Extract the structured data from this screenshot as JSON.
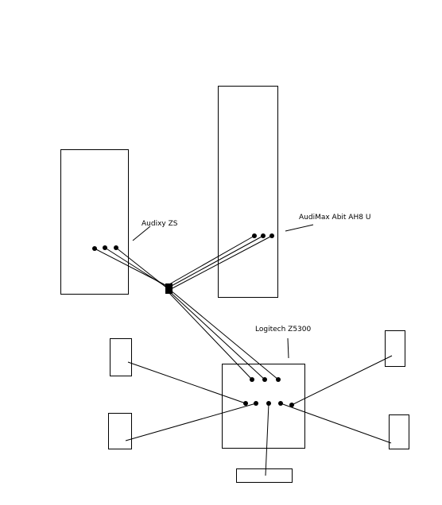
{
  "labels": {
    "audigy": "Audixy ZS",
    "audimax": "AudiMax Abit AH8 U",
    "logitech": "Logitech Z5300"
  },
  "colors": {
    "background": "#ffffff",
    "ink": "#000000"
  }
}
